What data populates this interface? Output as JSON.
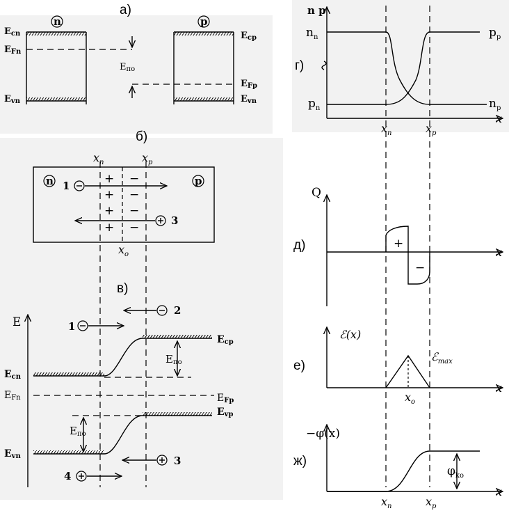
{
  "labels": {
    "a": "а)",
    "b": "б)",
    "v": "в)",
    "g": "г)",
    "d": "д)",
    "e": "е)",
    "zh": "ж)"
  },
  "panel_a": {
    "n": "n",
    "p": "p",
    "Ecn": "E",
    "Ecn_sub": "cn",
    "EFn": "E",
    "EFn_sub": "Fn",
    "Evn": "E",
    "Evn_sub": "vn",
    "Epo": "E",
    "Epo_sub": "по",
    "Ecp": "E",
    "Ecp_sub": "cp",
    "EFp": "E",
    "EFp_sub": "Fp",
    "Evp": "E",
    "Evp_sub": "vn"
  },
  "panel_b": {
    "n": "n",
    "p": "p",
    "xn": "x",
    "xn_sub": "n",
    "xp": "x",
    "xp_sub": "p",
    "x0": "x",
    "x0_sub": "o",
    "num1": "1",
    "num3": "3",
    "plus": "+",
    "minus": "−"
  },
  "panel_v": {
    "E": "E",
    "Ecp": "E",
    "Ecp_sub": "cp",
    "Ecn": "E",
    "Ecn_sub": "cn",
    "Epo": "E",
    "Epo_sub": "по",
    "Epo2": "E",
    "Epo2_sub": "по",
    "EFn": "E",
    "EFn_sub": "Fn",
    "EFp": "E",
    "EFp_sub": "Fp",
    "Evp": "E",
    "Evp_sub": "vp",
    "Evn": "E",
    "Evn_sub": "vn",
    "num1": "1",
    "num2": "2",
    "num3": "3",
    "num4": "4"
  },
  "panel_g": {
    "axis_y": "n p",
    "nn": "n",
    "nn_sub": "n",
    "pp": "p",
    "pp_sub": "p",
    "pn": "p",
    "pn_sub": "n",
    "np": "n",
    "np_sub": "p",
    "x": "x",
    "xn": "x",
    "xn_sub": "n",
    "xp": "x",
    "xp_sub": "p"
  },
  "panel_d": {
    "axis_y": "Q",
    "x": "x",
    "plus": "+",
    "minus": "−"
  },
  "panel_e": {
    "axis_y": "ℰ(x)",
    "x": "x",
    "emax": "ℰ",
    "emax_sub": "max",
    "x0": "x",
    "x0_sub": "o"
  },
  "panel_zh": {
    "axis_y": "−φ(x)",
    "x": "x",
    "phi": "φ",
    "phi_sub": "ko",
    "xn": "x",
    "xn_sub": "n",
    "xp": "x",
    "xp_sub": "p"
  }
}
